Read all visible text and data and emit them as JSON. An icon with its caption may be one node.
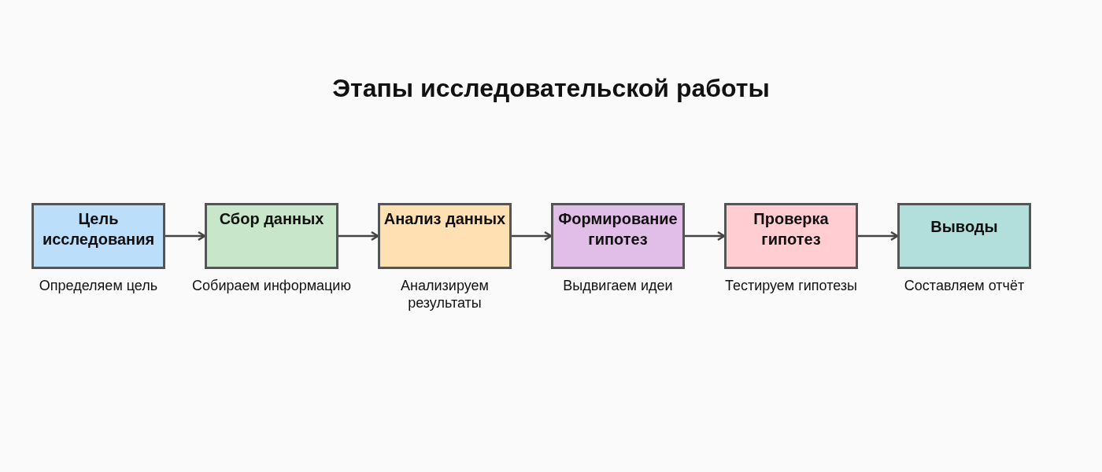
{
  "diagram": {
    "title": "Этапы исследовательской работы",
    "nodes": [
      {
        "text": [
          "Цель исследования"
        ],
        "beside": [
          "Определяем цель"
        ]
      },
      {
        "text": [
          "Сбор данных"
        ],
        "beside": [
          "Собираем информацию"
        ]
      },
      {
        "text": [
          "Анализ данных"
        ],
        "beside": [
          "Анализируем результаты"
        ]
      },
      {
        "text": [
          "Формирование гипотез"
        ],
        "beside": [
          "Выдвигаем идеи"
        ]
      },
      {
        "text": [
          "Проверка гипотез"
        ],
        "beside": [
          "Тестируем гипотезы"
        ]
      },
      {
        "text": [
          "Выводы"
        ],
        "beside": [
          "Составляем отчёт"
        ]
      }
    ],
    "edges": [
      {
        "from": 0,
        "to": 1,
        "arrow": "to"
      },
      {
        "from": 1,
        "to": 2,
        "arrow": "to"
      },
      {
        "from": 2,
        "to": 3,
        "arrow": "to"
      },
      {
        "from": 3,
        "to": 4,
        "arrow": "to"
      },
      {
        "from": 4,
        "to": 5,
        "arrow": "to"
      }
    ]
  }
}
